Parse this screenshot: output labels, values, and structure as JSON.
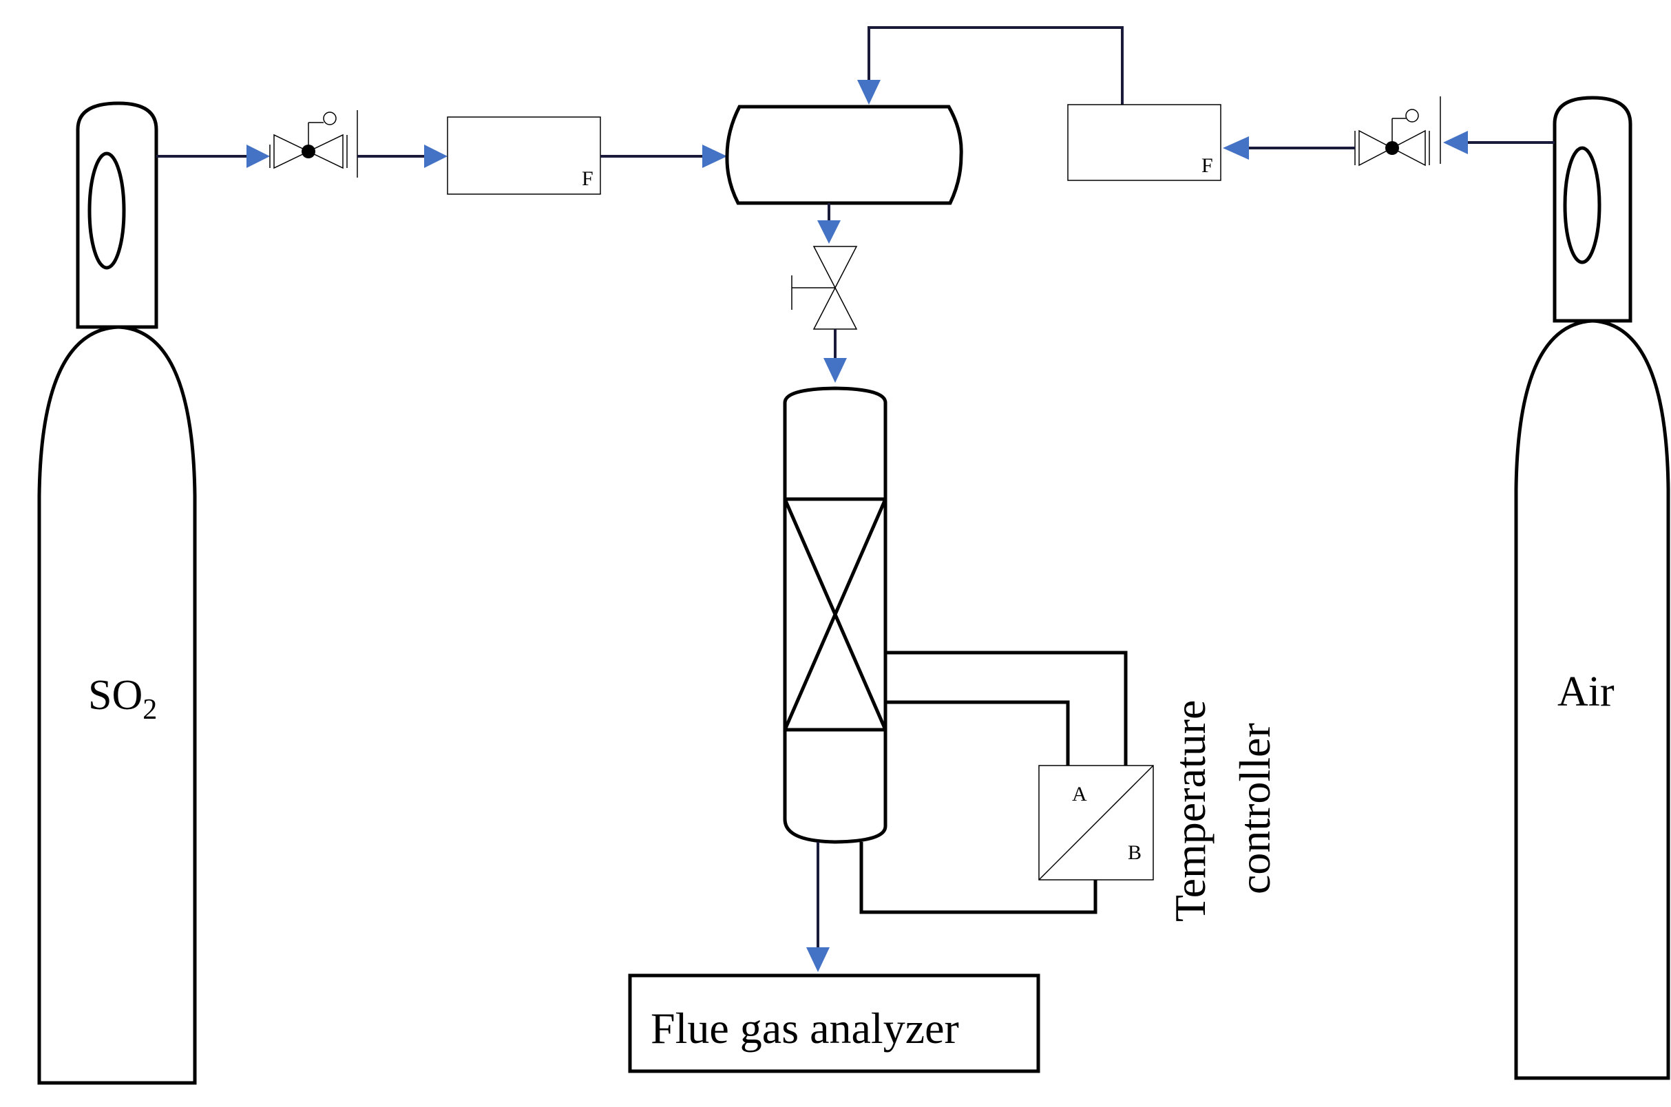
{
  "cylinders": {
    "left_label_main": "SO",
    "left_label_sub": "2",
    "right_label": "Air"
  },
  "flowmeters": {
    "left_label": "F",
    "right_label": "F"
  },
  "temperature_controller": {
    "title_line1": "Temperature",
    "title_line2": "controller",
    "port_a": "A",
    "port_b": "B"
  },
  "analyzer": {
    "label": "Flue gas analyzer"
  },
  "colors": {
    "arrow": "#4472c4",
    "line": "#000000",
    "pipe": "#1a1a3a"
  }
}
